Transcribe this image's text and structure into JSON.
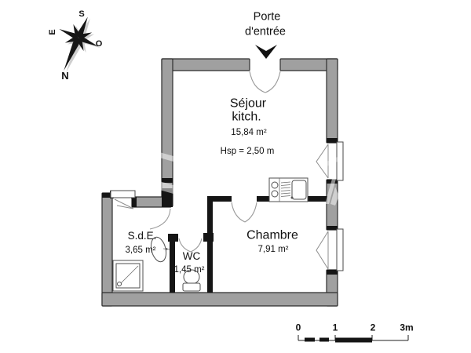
{
  "colors": {
    "wall": "#a0a0a0",
    "outline": "#2e2e2e",
    "ink": "#151515"
  },
  "entrance": {
    "label_line1": "Porte",
    "label_line2": "d'entrée"
  },
  "compass": {
    "n": "N",
    "s": "S",
    "e": "E",
    "o": "O"
  },
  "rooms": {
    "sejour": {
      "name_line1": "Séjour",
      "name_line2": "kitch.",
      "area": "15,84 m²",
      "ceiling": "Hsp = 2,50 m"
    },
    "chambre": {
      "name": "Chambre",
      "area": "7,91 m²"
    },
    "sde": {
      "name": "S.d.E.",
      "area": "3,65 m²"
    },
    "wc": {
      "name": "WC",
      "area": "1,45 m²"
    }
  },
  "scale_bar": {
    "tick0": "0",
    "tick1": "1",
    "tick2": "2",
    "tick3": "3m"
  }
}
